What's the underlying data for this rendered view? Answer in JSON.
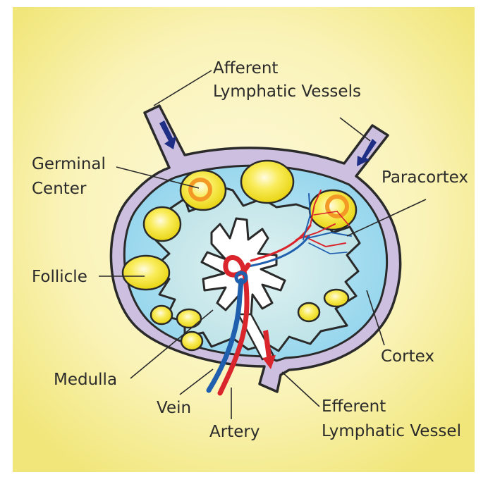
{
  "diagram": {
    "title": "",
    "colors": {
      "background_center": "#fdf9d8",
      "background_edge": "#f3ea84",
      "capsule": "#cdbfdf",
      "outline": "#2a2a2a",
      "cortex_fluid": "#9fd9ee",
      "paracortex": "#c4e6ea",
      "medulla": "#ffffff",
      "follicle": "#f1e21c",
      "germinal_ring": "#f39a26",
      "artery": "#d9252b",
      "vein": "#1f5fae",
      "lymph_arrow": "#1f2f86",
      "efferent_arrow": "#d9252b"
    },
    "labels": {
      "afferent": [
        "Afferent",
        "Lymphatic Vessels"
      ],
      "germinal": [
        "Germinal",
        "Center"
      ],
      "paracortex": "Paracortex",
      "follicle": "Follicle",
      "cortex": "Cortex",
      "medulla": "Medulla",
      "vein": "Vein",
      "artery": "Artery",
      "efferent": [
        "Efferent",
        "Lymphatic Vessel"
      ]
    }
  }
}
